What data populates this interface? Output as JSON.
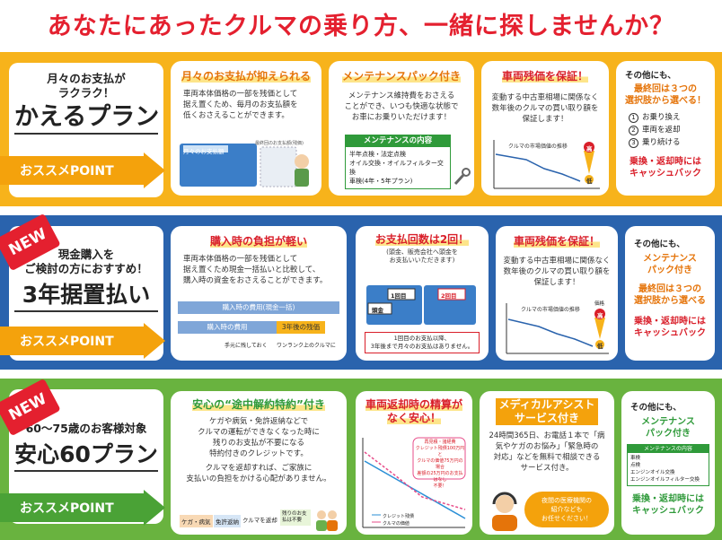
{
  "banner": {
    "title": "あなたにあったクルマの乗り方、一緒に探しませんか？"
  },
  "plan1": {
    "subtitle": "月々のお支払が\nラクラク！",
    "name": "かえるプラン",
    "point": "おススメPOINT",
    "card1": {
      "title": "月々のお支払が抑えられる",
      "body": "車両本体価格の一部を残価として\n据え置くため、毎月のお支払額を\n低くおさえることができます。",
      "img_left": "月々のお支払額",
      "img_right": "最終回のお支払額(残価)"
    },
    "card2": {
      "title": "メンテナンスパック付き",
      "body": "メンテナンス維持費をおさえる\nことができ、いつも快適な状態で\nお車にお乗りいただけます！",
      "box_title": "メンテナンスの内容",
      "box_body": "半年点検・法定点検\nオイル交換・オイルフィルター交換\n車検(4年・5年プラン)"
    },
    "card3": {
      "title": "車両残価を保証！",
      "body": "変動する中古車相場に関係なく\n数年後のクルマの買い取り額を\n保証します！",
      "chart_label": "クルマの市場価値の推移",
      "mark_high": "高",
      "mark_low": "低"
    },
    "card4": {
      "lead": "その他にも、",
      "lead2": "最終回は３つの\n選択肢から選べる！",
      "options": [
        "お乗り換え",
        "車両を返却",
        "乗り続ける"
      ],
      "option_nums": [
        "1",
        "2",
        "3"
      ],
      "foot": "乗換・返却時には\nキャッシュバック"
    }
  },
  "plan2": {
    "badge": "NEW",
    "subtitle": "現金購入を\nご検討の方におすすめ！",
    "name": "3年据置払い",
    "point": "おススメPOINT",
    "card1": {
      "title": "購入時の負担が軽い",
      "body": "車両本体価格の一部を残価として\n据え置くため現金一括払いと比較して、\n購入時の資金をおさえることができます。",
      "bar1": "購入時の費用(現金一括)",
      "bar2": "購入時の費用",
      "bar3": "3年後の残価",
      "foot_left": "手元に残しておく",
      "foot_right": "ワンランク上のクルマに"
    },
    "card2": {
      "title": "お支払回数は2回！",
      "sub": "(頭金、販売会社へ頭金を\nお支払いいただきます)",
      "first": "1回目",
      "second": "2回目",
      "down": "頭金",
      "note": "1回目のお支払以降、\n3年後まで月々のお支払はありません。"
    },
    "card3": {
      "title": "車両残価を保証！",
      "body": "変動する中古車相場に関係なく\n数年後のクルマの買い取り額を\n保証します！",
      "chart_label": "クルマの市場価値の推移",
      "mark_high": "高",
      "mark_low": "低",
      "label_top": "価格"
    },
    "card4": {
      "lead": "その他にも、",
      "item1": "メンテナンス\nパック付き",
      "item2": "最終回は３つの\n選択肢から選べる",
      "foot": "乗換・返却時には\nキャッシュバック"
    }
  },
  "plan3": {
    "badge": "NEW",
    "subtitle": "60～75歳のお客様対象",
    "name": "安心60プラン",
    "point": "おススメPOINT",
    "card1": {
      "title": "安心の“途中解約特約”付き",
      "body": "ケガや病気・免許返納などで\nクルマの運転ができなくなった時に\n残りのお支払が不要になる\n特約付きのクレジットです。",
      "body2": "クルマを返却すれば、ご家族に\n支払いの負担をかける心配がありません。",
      "img_a": "ケガ・病気",
      "img_b": "免許返納",
      "img_c": "クルマを返却",
      "img_d": "残りのお支払は不要"
    },
    "card2": {
      "title": "車両返却時の精算が\nなく安心！",
      "bubble": "再見積・諸経費\nクレジット残債100万円と\nクルマの価値75万円の場合\n差額の25万円のお支払はなし\n不要！",
      "legend1": "クレジット残債",
      "legend2": "クルマの価値"
    },
    "card3": {
      "title": "メディカルアシスト\nサービス付き",
      "body": "24時間365日、お電話１本で「病\n気やケガのお悩み」「緊急時の\n対応」などを無料で相談できる\nサービス付き。",
      "bubble": "夜間の医療機関の\n紹介なども\nお任せください！"
    },
    "card4": {
      "lead": "その他にも、",
      "item1": "メンテナンス\nパック付き",
      "box_title": "メンテナンスの内容",
      "rows": [
        "車検",
        "点検",
        "エンジンオイル交換",
        "エンジンオイルフィルター交換"
      ],
      "foot": "乗換・返却時には\nキャッシュバック"
    }
  },
  "colors": {
    "banner_red": "#e4202f",
    "band1": "#f7b31b",
    "band2": "#2a63ad",
    "band3": "#69b33f",
    "accent_orange": "#e5740a"
  }
}
